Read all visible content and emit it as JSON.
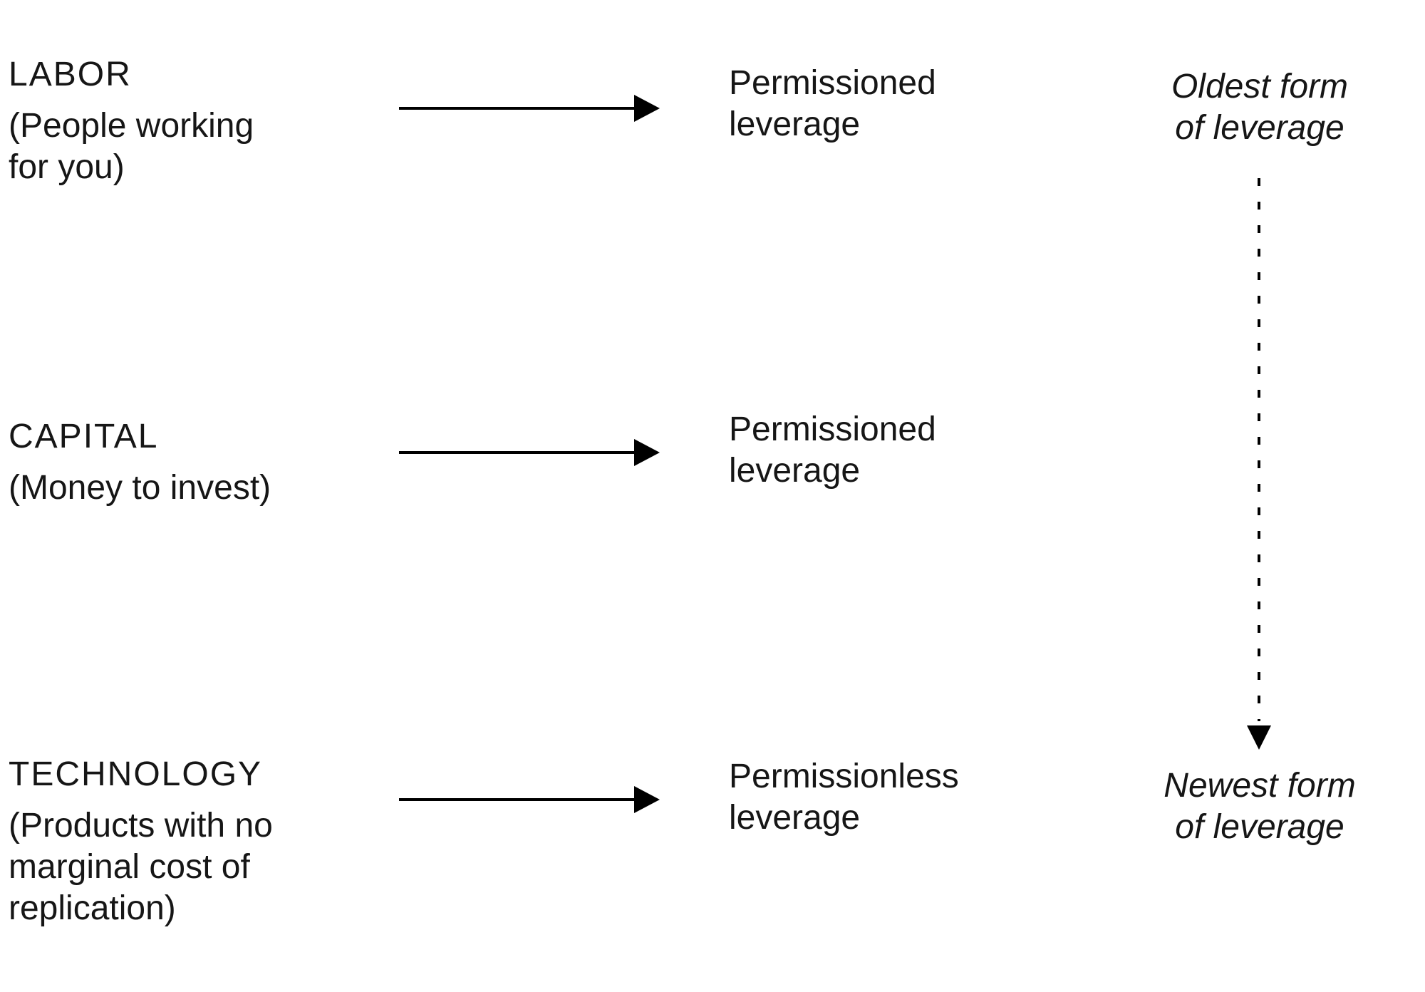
{
  "page": {
    "background": "#ffffff",
    "text_color": "#161616",
    "line_color": "#000000"
  },
  "rows": [
    {
      "title": "LABOR",
      "subtitle": "(People working for you)",
      "leverage": "Permissioned leverage"
    },
    {
      "title": "CAPITAL",
      "subtitle": "(Money to invest)",
      "leverage": "Permissioned leverage"
    },
    {
      "title": "TECHNOLOGY",
      "subtitle": "(Products with no marginal cost of replication)",
      "leverage": "Permissionless leverage"
    }
  ],
  "axis": {
    "oldest_label": "Oldest form of leverage",
    "newest_label": "Newest form of leverage"
  }
}
